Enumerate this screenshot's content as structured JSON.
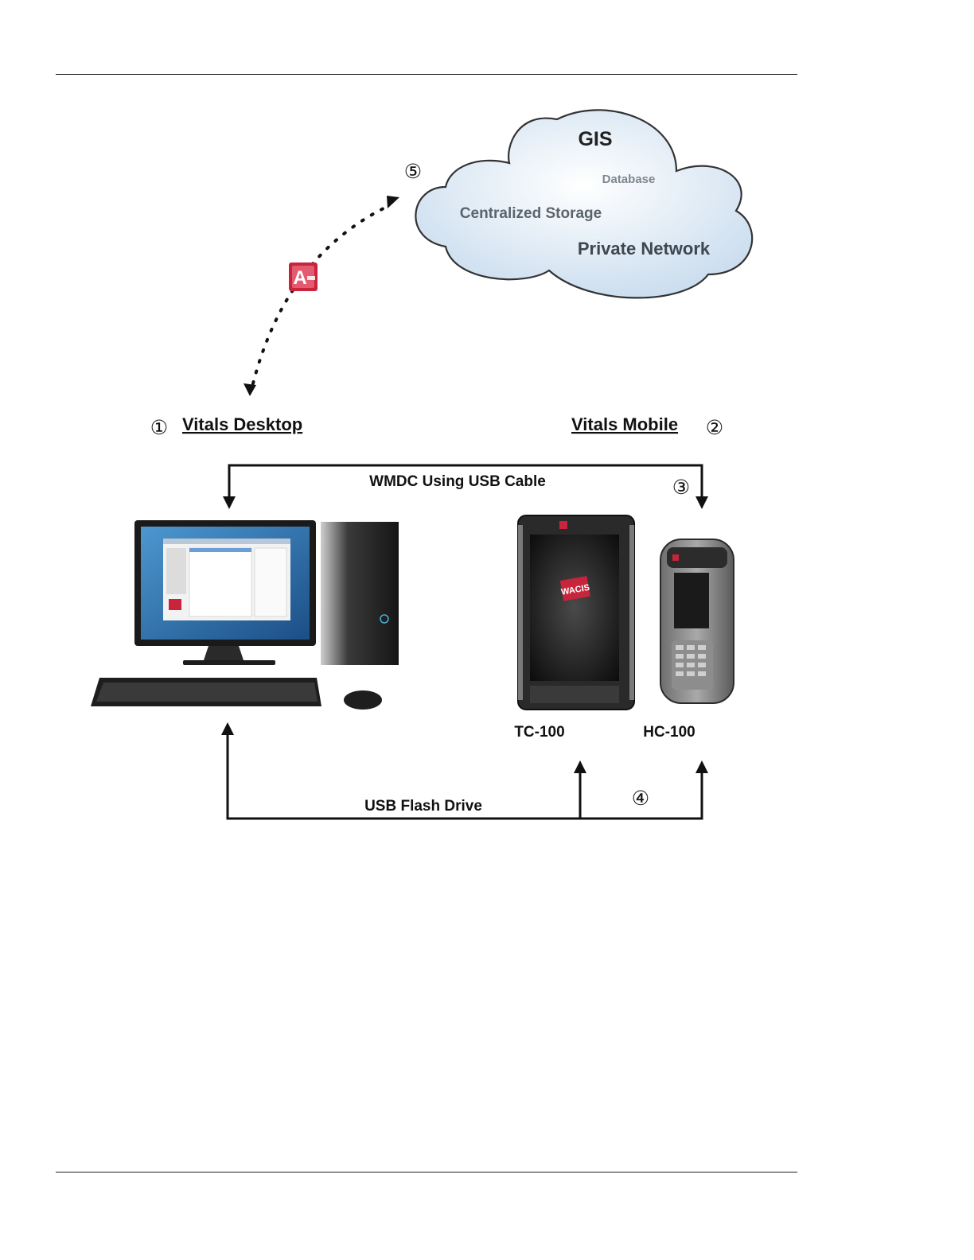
{
  "cloud": {
    "title": "GIS",
    "database": "Database",
    "storage": "Centralized Storage",
    "network": "Private Network"
  },
  "desktop": {
    "label": "Vitals Desktop",
    "step": "①"
  },
  "mobile": {
    "label": "Vitals Mobile",
    "step": "②"
  },
  "wmdc": {
    "label": "WMDC Using USB Cable",
    "step": "③"
  },
  "usb": {
    "label": "USB Flash Drive",
    "step": "④"
  },
  "sync": {
    "step": "⑤",
    "icon": "access-icon"
  },
  "devices": {
    "tc": "TC-100",
    "hc": "HC-100",
    "brand": "WACIS"
  },
  "colors": {
    "access_red": "#c8243c",
    "cloud_edge": "#333333",
    "cloud_fill": "#dfeaf5",
    "screen_blue": "#2b6fa8"
  }
}
